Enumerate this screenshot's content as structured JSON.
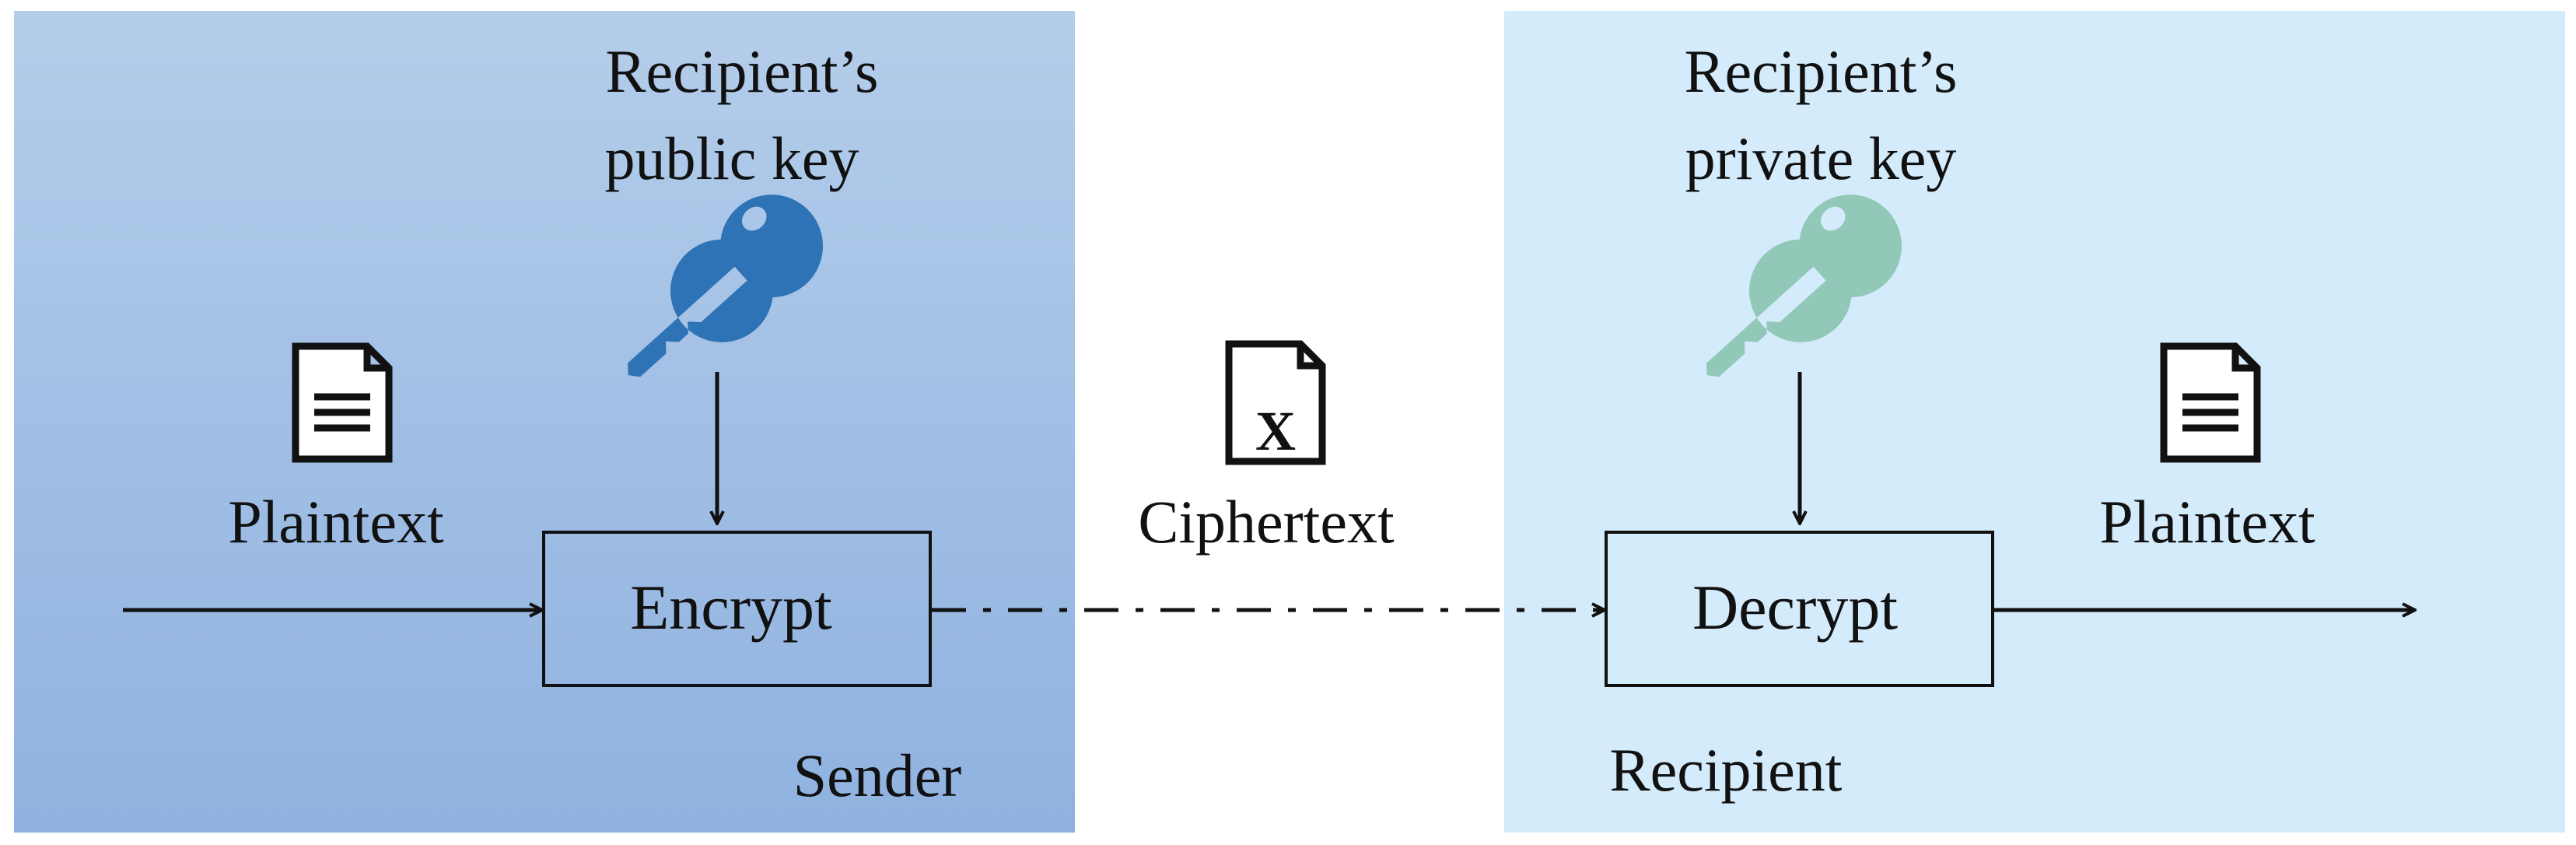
{
  "sender": {
    "region_label": "Sender",
    "key_caption_line1": "Recipient’s",
    "key_caption_line2": "public key",
    "key_icon": "key-icon",
    "key_color": "#2e73b5",
    "region_color": "#9dbbe3",
    "input_label": "Plaintext",
    "input_icon": "document-icon",
    "process_label": "Encrypt"
  },
  "channel": {
    "label": "Ciphertext",
    "icon": "encrypted-document-icon",
    "icon_glyph": "X",
    "line_style": "dash-dot"
  },
  "recipient": {
    "region_label": "Recipient",
    "key_caption_line1": "Recipient’s",
    "key_caption_line2": "private key",
    "key_icon": "key-icon",
    "key_color": "#92c8b8",
    "region_color": "#d3ebfb",
    "process_label": "Decrypt",
    "output_label": "Plaintext",
    "output_icon": "document-icon"
  }
}
